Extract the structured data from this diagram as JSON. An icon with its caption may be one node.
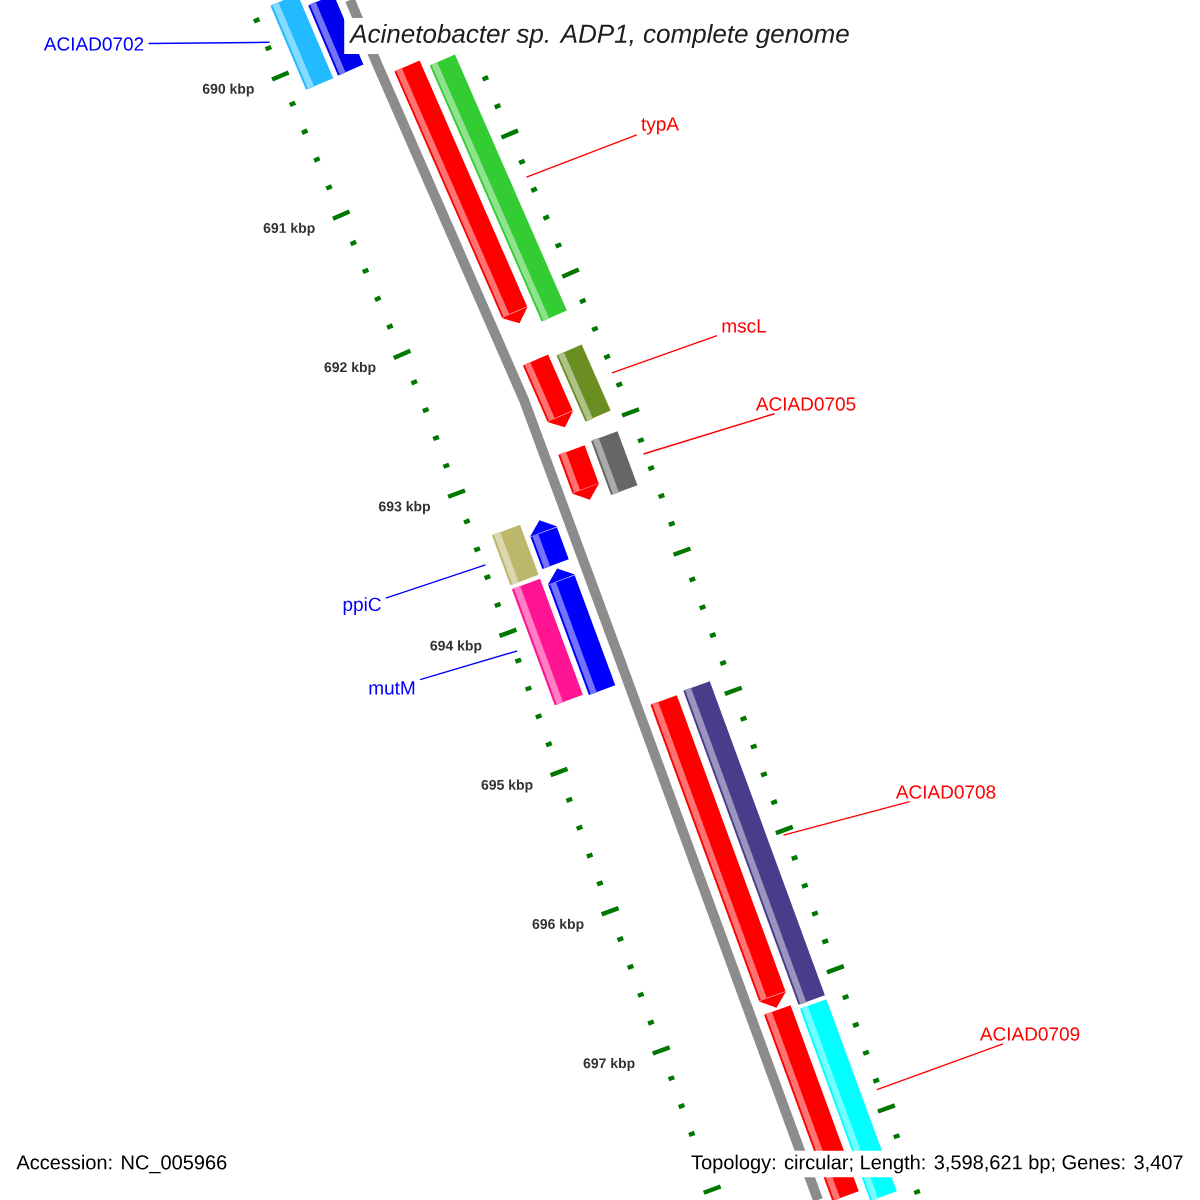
{
  "diagram": {
    "title": "Acinetobacter sp. ADP1, complete genome",
    "nodes": [
      {
        "text": [
          "ACIAD0702"
        ]
      },
      {
        "text": [
          "typA"
        ]
      },
      {
        "text": [
          "mscL"
        ]
      },
      {
        "text": [
          "ACIAD0705"
        ]
      },
      {
        "text": [
          "ppiC"
        ]
      },
      {
        "text": [
          "mutM"
        ]
      },
      {
        "text": [
          "ACIAD0708"
        ]
      },
      {
        "text": [
          "ACIAD0709"
        ]
      },
      {
        "text": [],
        "shape": "bar"
      },
      {
        "text": [],
        "shape": "bar"
      },
      {
        "text": [],
        "shape": "bar"
      },
      {
        "text": [],
        "shape": "bar"
      },
      {
        "text": [],
        "shape": "bar"
      },
      {
        "text": [],
        "shape": "bar"
      },
      {
        "text": [],
        "shape": "bar"
      },
      {
        "text": [],
        "shape": "bar"
      },
      {
        "text": [],
        "shape": "bar"
      },
      {
        "text": [],
        "shape": "bar"
      },
      {
        "text": [],
        "shape": "bar"
      },
      {
        "text": [],
        "shape": "bar"
      },
      {
        "text": [],
        "shape": "bar"
      },
      {
        "text": [],
        "shape": "bar"
      },
      {
        "text": [],
        "shape": "bar"
      },
      {
        "text": [],
        "shape": "bar"
      }
    ],
    "edges": [
      {
        "from": 0,
        "to": 8,
        "arrow": "none",
        "color": "#0000ff"
      },
      {
        "from": 1,
        "to": 11,
        "arrow": "none"
      },
      {
        "from": 2,
        "to": 13,
        "arrow": "none"
      },
      {
        "from": 3,
        "to": 15,
        "arrow": "none"
      },
      {
        "from": 4,
        "to": 16,
        "arrow": "none",
        "color": "#0000ff"
      },
      {
        "from": 5,
        "to": 18,
        "arrow": "none",
        "color": "#0000ff"
      },
      {
        "from": 6,
        "to": 21,
        "arrow": "none"
      },
      {
        "from": 7,
        "to": 23,
        "arrow": "none"
      }
    ],
    "labels": [
      "690 kbp",
      "691 kbp",
      "692 kbp",
      "693 kbp",
      "694 kbp",
      "695 kbp",
      "696 kbp",
      "697 kbp",
      "Accession: NC_005966",
      "Topology: circular; Length: 3,598,621 bp; Genes: 3,407"
    ]
  }
}
